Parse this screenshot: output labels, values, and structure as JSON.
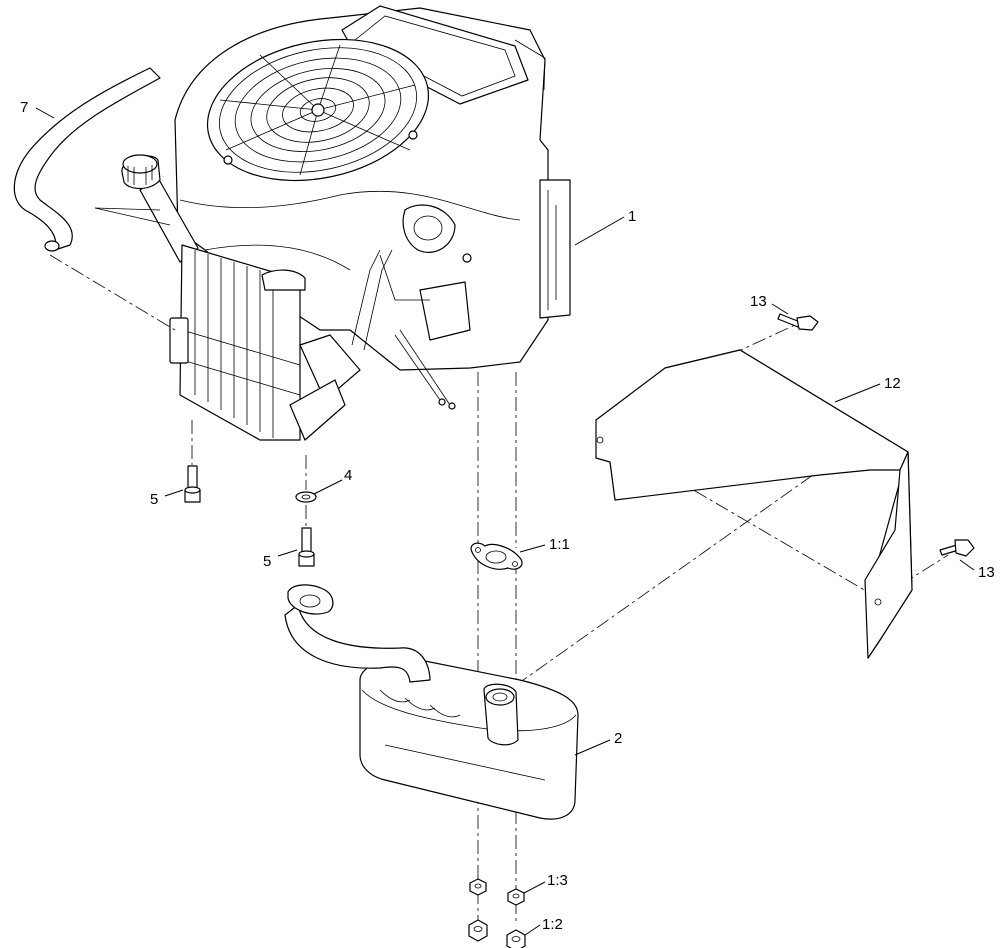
{
  "callouts": {
    "c1": "1",
    "c2": "2",
    "c4": "4",
    "c5a": "5",
    "c5b": "5",
    "c7": "7",
    "c11": "1:1",
    "c12": "12",
    "c13a": "13",
    "c13b": "13",
    "c13c": "1:3",
    "c12b": "1:2"
  }
}
